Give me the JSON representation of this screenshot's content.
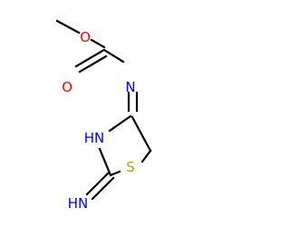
{
  "molecule": {
    "atoms": {
      "ester_oxygen": "O",
      "carbonyl_oxygen": "O",
      "imine_nitrogen": "N",
      "ring_nitrogen": "HN",
      "ring_sulfur": "S",
      "exocyclic_imine": "HN"
    },
    "colors": {
      "oxygen": "#ff0000",
      "nitrogen": "#0000ff",
      "sulfur": "#b3a300",
      "bond": "#000000"
    }
  }
}
